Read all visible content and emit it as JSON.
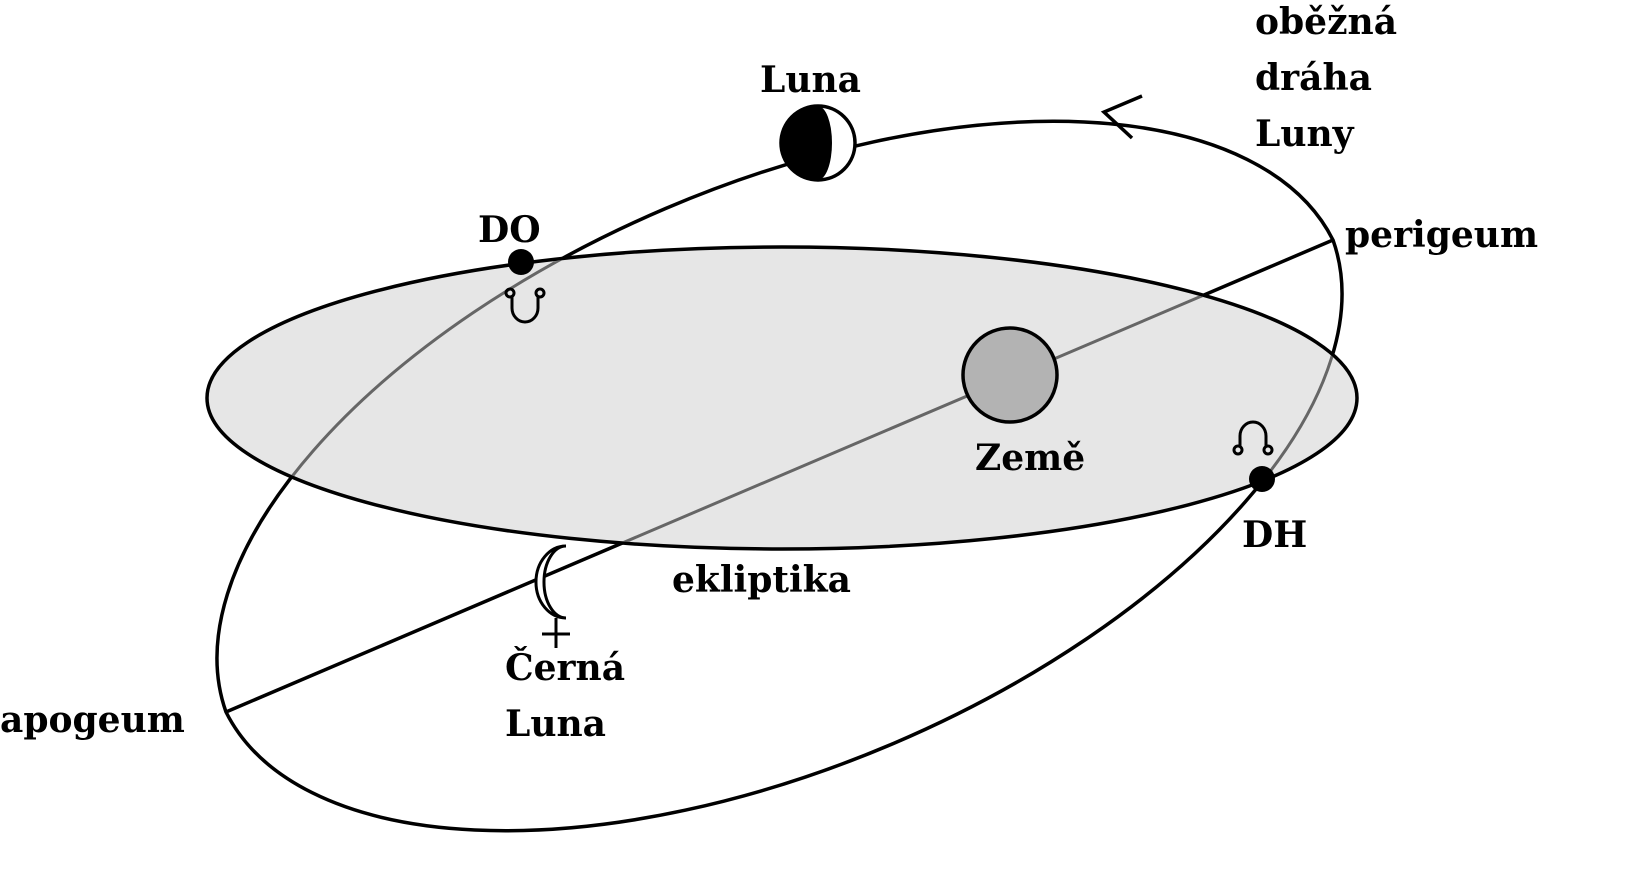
{
  "diagram": {
    "labels": {
      "moon": "Luna",
      "orbit_line1": "oběžná",
      "orbit_line2": "dráha",
      "orbit_line3": "Luny",
      "descending_node": "DO",
      "perigee": "perigeum",
      "earth": "Země",
      "ascending_node": "DH",
      "ecliptic": "ekliptika",
      "black_moon_line1": "Černá",
      "black_moon_line2": "Luna",
      "apogee": "apogeum"
    },
    "colors": {
      "ecliptic_fill": "#e6e6e6",
      "earth_fill": "#b3b3b3",
      "hidden_line": "#666666",
      "line": "#000000"
    },
    "icons": [
      "moon-phase-icon",
      "ascending-node-symbol-icon",
      "descending-node-symbol-icon",
      "black-moon-lilith-icon",
      "orbit-direction-arrow-icon"
    ]
  }
}
